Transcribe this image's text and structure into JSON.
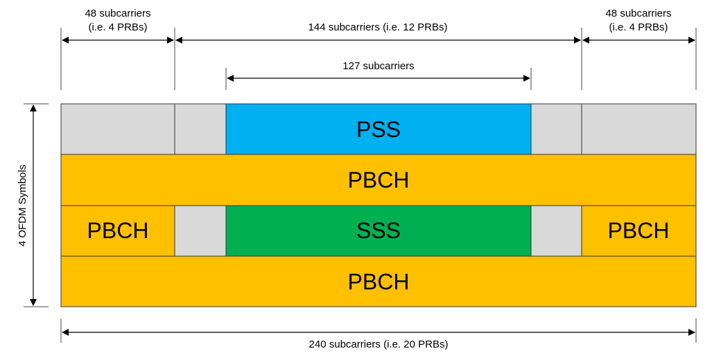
{
  "colors": {
    "gray": "#d9d9d9",
    "pss": "#00b0f0",
    "sss": "#00b050",
    "pbch": "#ffc000",
    "border": "#333333"
  },
  "dimensions": {
    "left_band": [
      "48 subcarriers",
      "(i.e. 4 PRBs)"
    ],
    "right_band": [
      "48 subcarriers",
      "(i.e. 4 PRBs)"
    ],
    "center_band": "144 subcarriers (i.e. 12 PRBs)",
    "sync_band": "127 subcarriers",
    "total": "240 subcarriers (i.e. 20 PRBs)",
    "vertical": "4 OFDM Symbols"
  },
  "blocks": {
    "pss": "PSS",
    "sss": "SSS",
    "pbch_symbol_1": "PBCH",
    "pbch_left": "PBCH",
    "pbch_right": "PBCH",
    "pbch_symbol_3": "PBCH"
  }
}
